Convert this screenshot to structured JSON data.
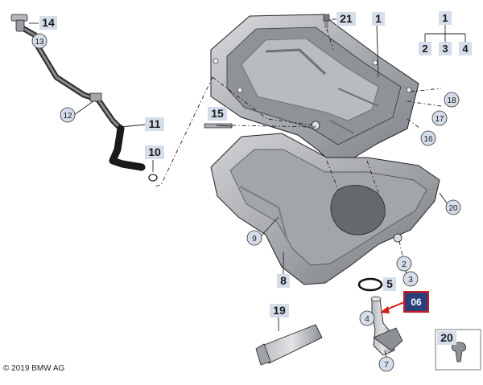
{
  "copyright": "© 2019 BMW AG",
  "square_labels": {
    "p14": "14",
    "p21": "21",
    "p1": "1",
    "p15": "15",
    "p11": "11",
    "p10": "10",
    "p8": "8",
    "p5": "5",
    "p19": "19",
    "p20": "20"
  },
  "circle_labels": {
    "p13": "13",
    "p12": "12",
    "p9": "9",
    "p18": "18",
    "p17": "17",
    "p16": "16",
    "p20": "20",
    "p2": "2",
    "p3": "3",
    "p4": "4",
    "p7": "7"
  },
  "tree": {
    "root": "1",
    "children": [
      "2",
      "3",
      "4"
    ]
  },
  "highlight": {
    "label": "06",
    "color": "#2b3e7a",
    "border": "#d11a1a"
  },
  "colors": {
    "label_bg": "#d4dde9",
    "metal_light": "#c7c9cc",
    "metal_dark": "#6f7276",
    "outline": "#222222"
  }
}
